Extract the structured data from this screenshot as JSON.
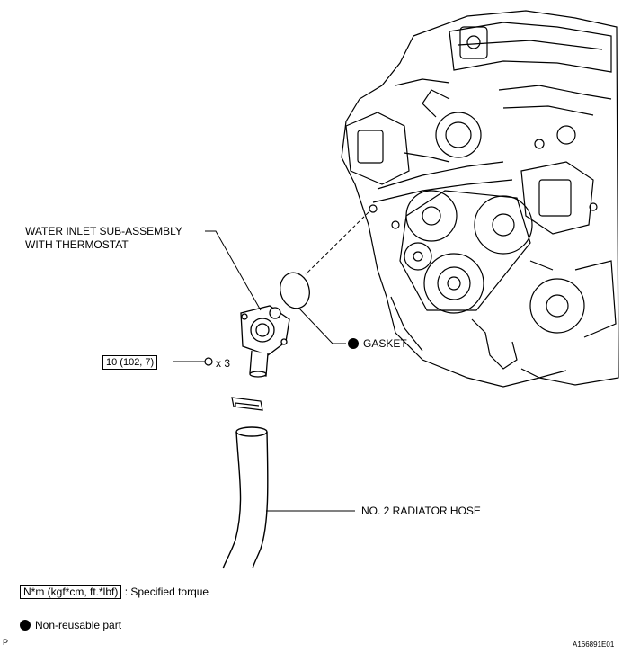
{
  "labels": {
    "water_inlet_line1": "WATER INLET SUB-ASSEMBLY",
    "water_inlet_line2": "WITH THERMOSTAT",
    "gasket": "GASKET",
    "torque_value": "10 (102, 7)",
    "bolt_qty": "x 3",
    "radiator_hose": "NO. 2 RADIATOR HOSE"
  },
  "legend": {
    "torque_units": "N*m (kgf*cm, ft.*lbf)",
    "torque_desc": ": Specified torque",
    "nonreusable": "Non-reusable part"
  },
  "footer": {
    "corner_left": "P",
    "figure_id": "A166891E01"
  }
}
